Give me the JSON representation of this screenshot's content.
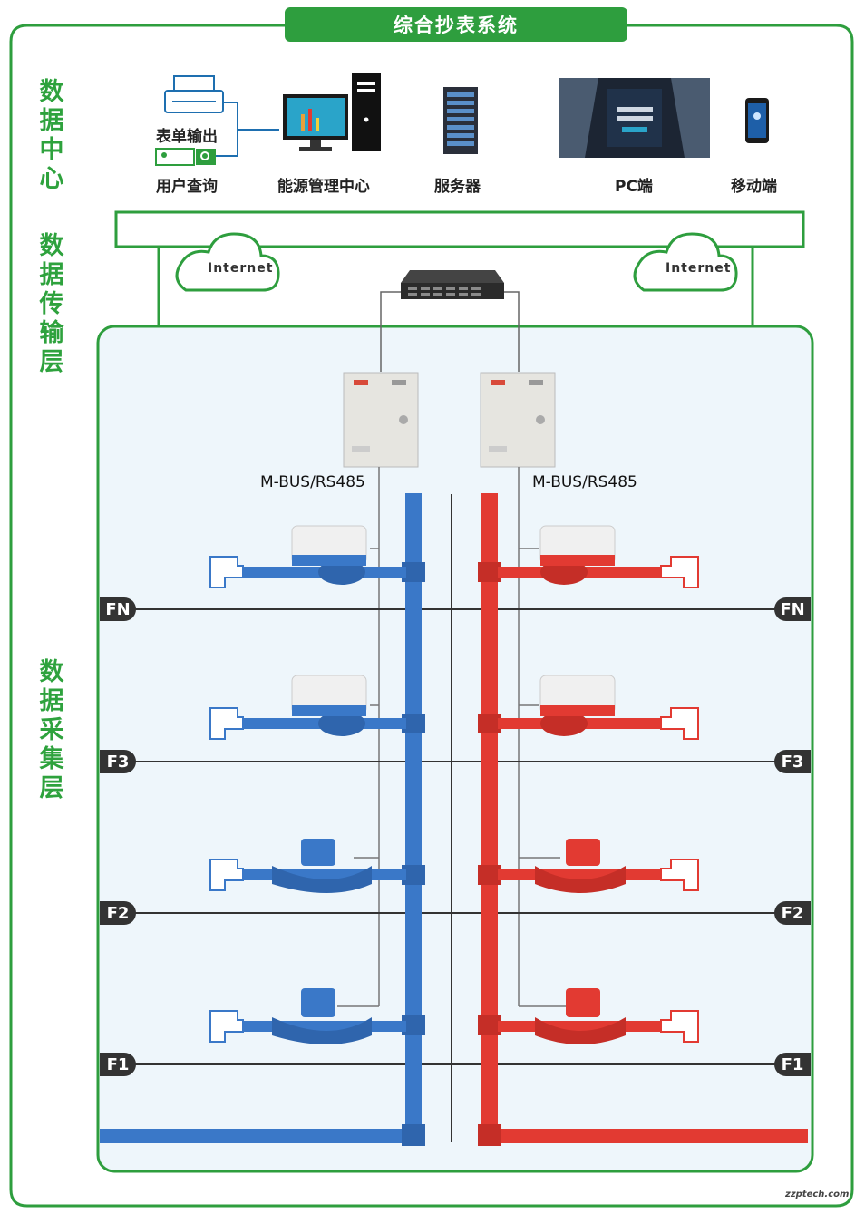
{
  "title": "综合抄表系统",
  "layers": {
    "data_center": "数据中心",
    "transmission": "数据传输层",
    "collection": "数据采集层"
  },
  "data_center": {
    "form_output": "表单输出",
    "user_query": "用户查询",
    "energy_center": "能源管理中心",
    "server": "服务器",
    "pc": "PC端",
    "mobile": "移动端"
  },
  "transmission": {
    "cloud_left": "Internet",
    "cloud_right": "Internet"
  },
  "collection": {
    "bus_left": "M-BUS/RS485",
    "bus_right": "M-BUS/RS485",
    "floors": [
      "FN",
      "F3",
      "F2",
      "F1"
    ]
  },
  "colors": {
    "frame_green": "#2e9e3e",
    "cold_pipe": "#3a78c8",
    "hot_pipe": "#e23a32",
    "panel_bg": "#eef6fb"
  },
  "watermark": "zzptech.com"
}
